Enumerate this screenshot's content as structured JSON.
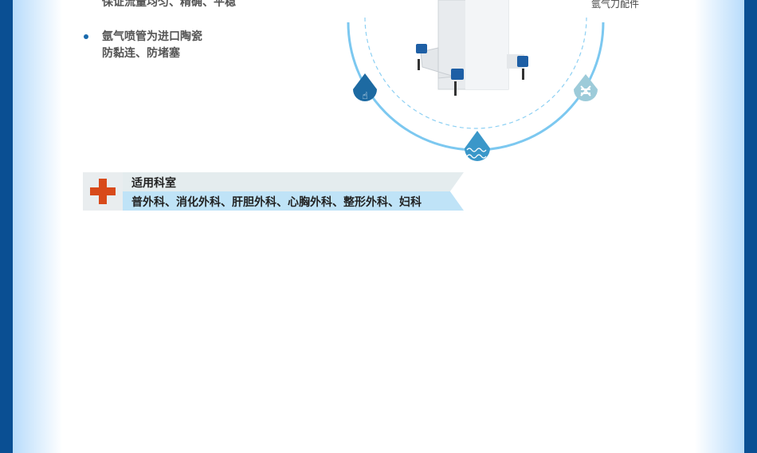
{
  "features": [
    {
      "lines": [
        "保证流量均匀、精确、平稳"
      ]
    },
    {
      "lines": [
        "氩气喷管为进口陶瓷",
        "防黏连、防堵塞"
      ]
    }
  ],
  "accessory_label": "氩气刀配件",
  "departments": {
    "title": "适用科室",
    "list": "普外科、消化外科、肝胆外科、心胸外科、整形外科、妇科"
  },
  "colors": {
    "border": "#0a4f93",
    "arc": "#7cc8f0",
    "accent_red": "#d84a1b"
  }
}
